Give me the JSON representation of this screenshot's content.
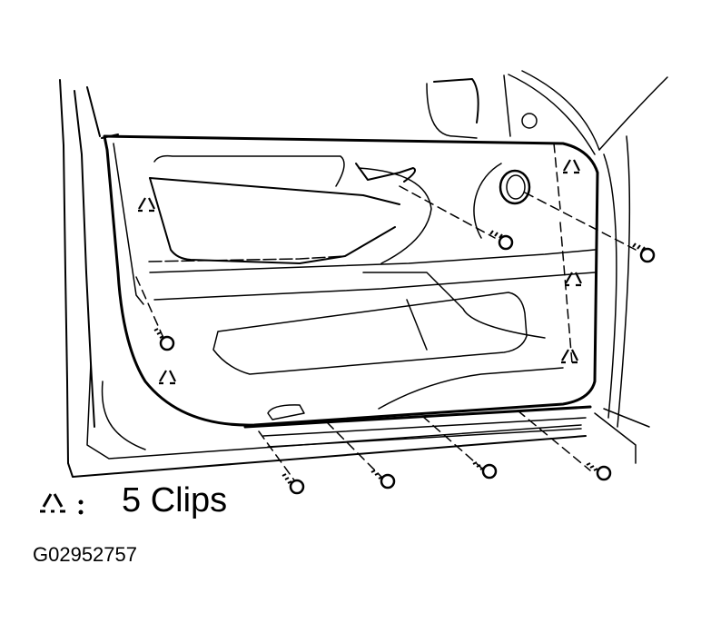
{
  "diagram": {
    "subject": "Front door trim panel removal",
    "colors": {
      "line": "#000000",
      "background": "#ffffff"
    },
    "legend": {
      "symbol": "clip-icon",
      "separator": ":",
      "label": "5 Clips"
    },
    "figure_id": "G02952757",
    "screws": 7,
    "clips": 5
  }
}
